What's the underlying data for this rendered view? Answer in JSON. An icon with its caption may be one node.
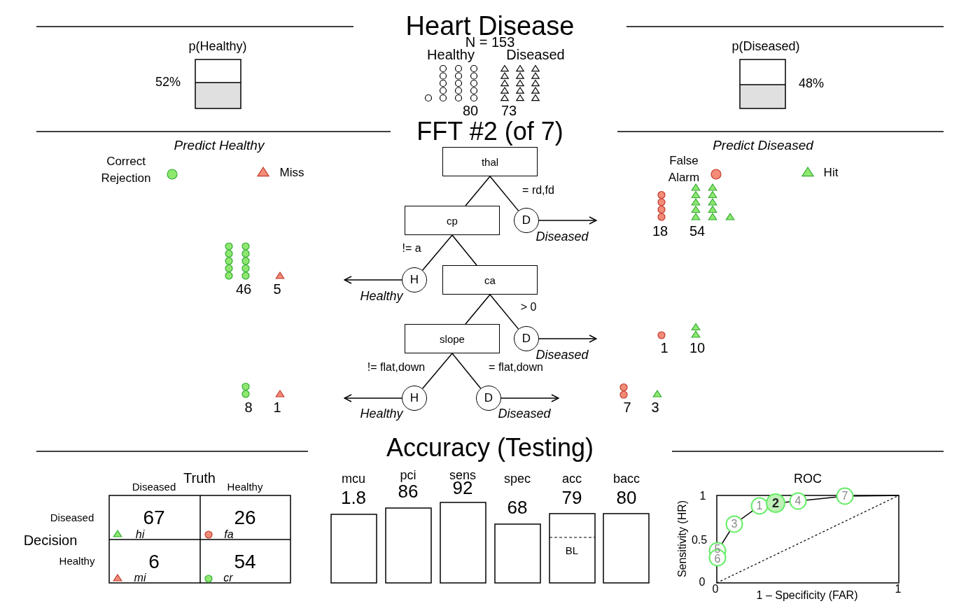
{
  "diagram": {
    "title": "Heart Disease",
    "nodes": [
      {
        "text": [
          "thal"
        ]
      },
      {
        "text": [
          "cp"
        ]
      },
      {
        "text": [
          "D"
        ],
        "beside": [
          "Diseased"
        ]
      },
      {
        "text": [
          "H"
        ],
        "beside": [
          "Healthy"
        ]
      },
      {
        "text": [
          "ca"
        ]
      },
      {
        "text": [
          "D"
        ],
        "beside": [
          "Diseased"
        ]
      },
      {
        "text": [
          "slope"
        ]
      },
      {
        "text": [
          "H"
        ],
        "beside": [
          "Healthy"
        ]
      },
      {
        "text": [
          "D"
        ],
        "beside": [
          "Diseased"
        ]
      }
    ],
    "edges": [
      {
        "from": 0,
        "to": 1,
        "arrow": "none"
      },
      {
        "from": 0,
        "to": 2,
        "arrow": "none",
        "label": "= rd,fd"
      },
      {
        "from": 1,
        "to": 3,
        "arrow": "none",
        "label": "!= a"
      },
      {
        "from": 1,
        "to": 4,
        "arrow": "none"
      },
      {
        "from": 4,
        "to": 6,
        "arrow": "none"
      },
      {
        "from": 4,
        "to": 5,
        "arrow": "none",
        "label": "> 0"
      },
      {
        "from": 6,
        "to": 7,
        "arrow": "none",
        "label": "!= flat,down"
      },
      {
        "from": 6,
        "to": 8,
        "arrow": "none",
        "label": "= flat,down"
      },
      {
        "from": 2,
        "to": null,
        "arrow": "to"
      },
      {
        "from": 3,
        "to": null,
        "arrow": "to"
      },
      {
        "from": 5,
        "to": null,
        "arrow": "to"
      },
      {
        "from": 7,
        "to": null,
        "arrow": "to"
      },
      {
        "from": 8,
        "to": null,
        "arrow": "to"
      }
    ],
    "labels": [
      "N = 153",
      "Healthy",
      "Diseased",
      "80",
      "73",
      "p(Healthy)",
      "52%",
      "p(Diseased)",
      "48%",
      "FFT #2 (of 7)",
      "Predict Healthy",
      "Predict Diseased",
      "18",
      "54",
      "46",
      "5",
      "1",
      "10",
      "8",
      "1",
      "7",
      "3",
      "Accuracy (Testing)",
      "Truth",
      "Diseased",
      "Healthy",
      "Diseased",
      "67",
      "hi",
      "26",
      "fa",
      "Decision",
      "Healthy",
      "6",
      "mi",
      "54",
      "cr",
      "mcu",
      "1.8",
      "pci",
      "86",
      "sens",
      "92",
      "spec",
      "68",
      "acc",
      "79",
      "bacc",
      "80",
      "BL",
      "ROC",
      "1",
      "0.5",
      "0",
      "0",
      "1",
      "Sensitivity (HR)",
      "1 – Specificity (FAR)",
      "1",
      "2",
      "3",
      "4",
      "5",
      "6",
      "7"
    ],
    "legend": [
      {
        "text": "Correct Rejection"
      },
      {
        "text": "Miss"
      },
      {
        "text": "False Alarm"
      },
      {
        "text": "Hit"
      }
    ]
  }
}
